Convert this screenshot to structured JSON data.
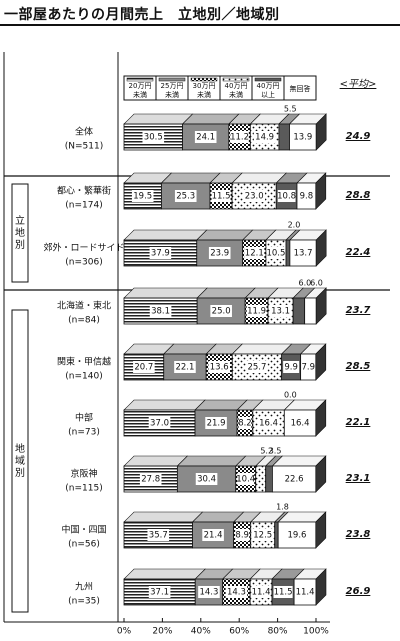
{
  "page_title": "一部屋あたりの月間売上　立地別／地域別",
  "chart_data": {
    "type": "bar",
    "stacked": true,
    "horizontal": true,
    "percent_axis": true,
    "xlim": [
      0,
      100
    ],
    "x_ticks": [
      "0%",
      "20%",
      "40%",
      "60%",
      "80%",
      "100%"
    ],
    "legend_placement": "top",
    "legend": [
      "20万円未満",
      "25万円未満",
      "30万円未満",
      "40万円未満",
      "40万円以上",
      "無回答"
    ],
    "avg_header": "<平均>",
    "groups": [
      {
        "label": "",
        "rows": [
          0
        ]
      },
      {
        "label": "立地別",
        "rows": [
          1,
          2
        ]
      },
      {
        "label": "地域別",
        "rows": [
          3,
          4,
          5,
          6,
          7,
          8
        ]
      }
    ],
    "rows": [
      {
        "label": "全体",
        "n": "(N=511)",
        "values": [
          30.5,
          24.1,
          11.2,
          14.9,
          5.5,
          13.9
        ],
        "labels": [
          "30.5",
          "24.1",
          "11.2",
          "14.9",
          "5.5",
          "13.9"
        ],
        "avg": "24.9"
      },
      {
        "label": "都心・繁華街",
        "n": "(n=174)",
        "values": [
          19.5,
          25.3,
          11.5,
          23.0,
          10.8,
          9.8
        ],
        "labels": [
          "19.5",
          "25.3",
          "11.5",
          "23.0",
          "10.8",
          "9.8"
        ],
        "avg": "28.8"
      },
      {
        "label": "郊外・ロードサイド",
        "n": "(n=306)",
        "values": [
          37.9,
          23.9,
          12.1,
          10.5,
          2.0,
          13.7
        ],
        "labels": [
          "37.9",
          "23.9",
          "12.1",
          "10.5",
          "2.0",
          "13.7"
        ],
        "avg": "22.4"
      },
      {
        "label": "北海道・東北",
        "n": "(n=84)",
        "values": [
          38.1,
          25.0,
          11.9,
          13.1,
          6.0,
          6.0
        ],
        "labels": [
          "38.1",
          "25.0",
          "11.9",
          "13.1",
          "6.0",
          "6.0"
        ],
        "avg": "23.7"
      },
      {
        "label": "関東・甲信越",
        "n": "(n=140)",
        "values": [
          20.7,
          22.1,
          13.6,
          25.7,
          9.9,
          7.9
        ],
        "labels": [
          "20.7",
          "22.1",
          "13.6",
          "25.7",
          "9.9",
          "7.9"
        ],
        "avg": "28.5"
      },
      {
        "label": "中部",
        "n": "(n=73)",
        "values": [
          37.0,
          21.9,
          8.2,
          16.4,
          0.0,
          16.4
        ],
        "labels": [
          "37.0",
          "21.9",
          "8.2",
          "16.4",
          "0.0",
          "16.4"
        ],
        "avg": "22.1"
      },
      {
        "label": "京阪神",
        "n": "(n=115)",
        "values": [
          27.8,
          30.4,
          10.4,
          5.2,
          3.5,
          22.6
        ],
        "labels": [
          "27.8",
          "30.4",
          "10.4",
          "5.2",
          "3.5",
          "22.6"
        ],
        "avg": "23.1"
      },
      {
        "label": "中国・四国",
        "n": "(n=56)",
        "values": [
          35.7,
          21.4,
          8.9,
          12.5,
          1.8,
          19.6
        ],
        "labels": [
          "35.7",
          "21.4",
          "8.9",
          "12.5",
          "1.8",
          "19.6"
        ],
        "avg": "23.8"
      },
      {
        "label": "九州",
        "n": "(n=35)",
        "values": [
          37.1,
          14.3,
          14.3,
          11.4,
          11.5,
          11.4
        ],
        "labels": [
          "37.1",
          "14.3",
          "14.3",
          "11.4",
          "11.5",
          "11.4"
        ],
        "avg": "26.9"
      }
    ]
  }
}
